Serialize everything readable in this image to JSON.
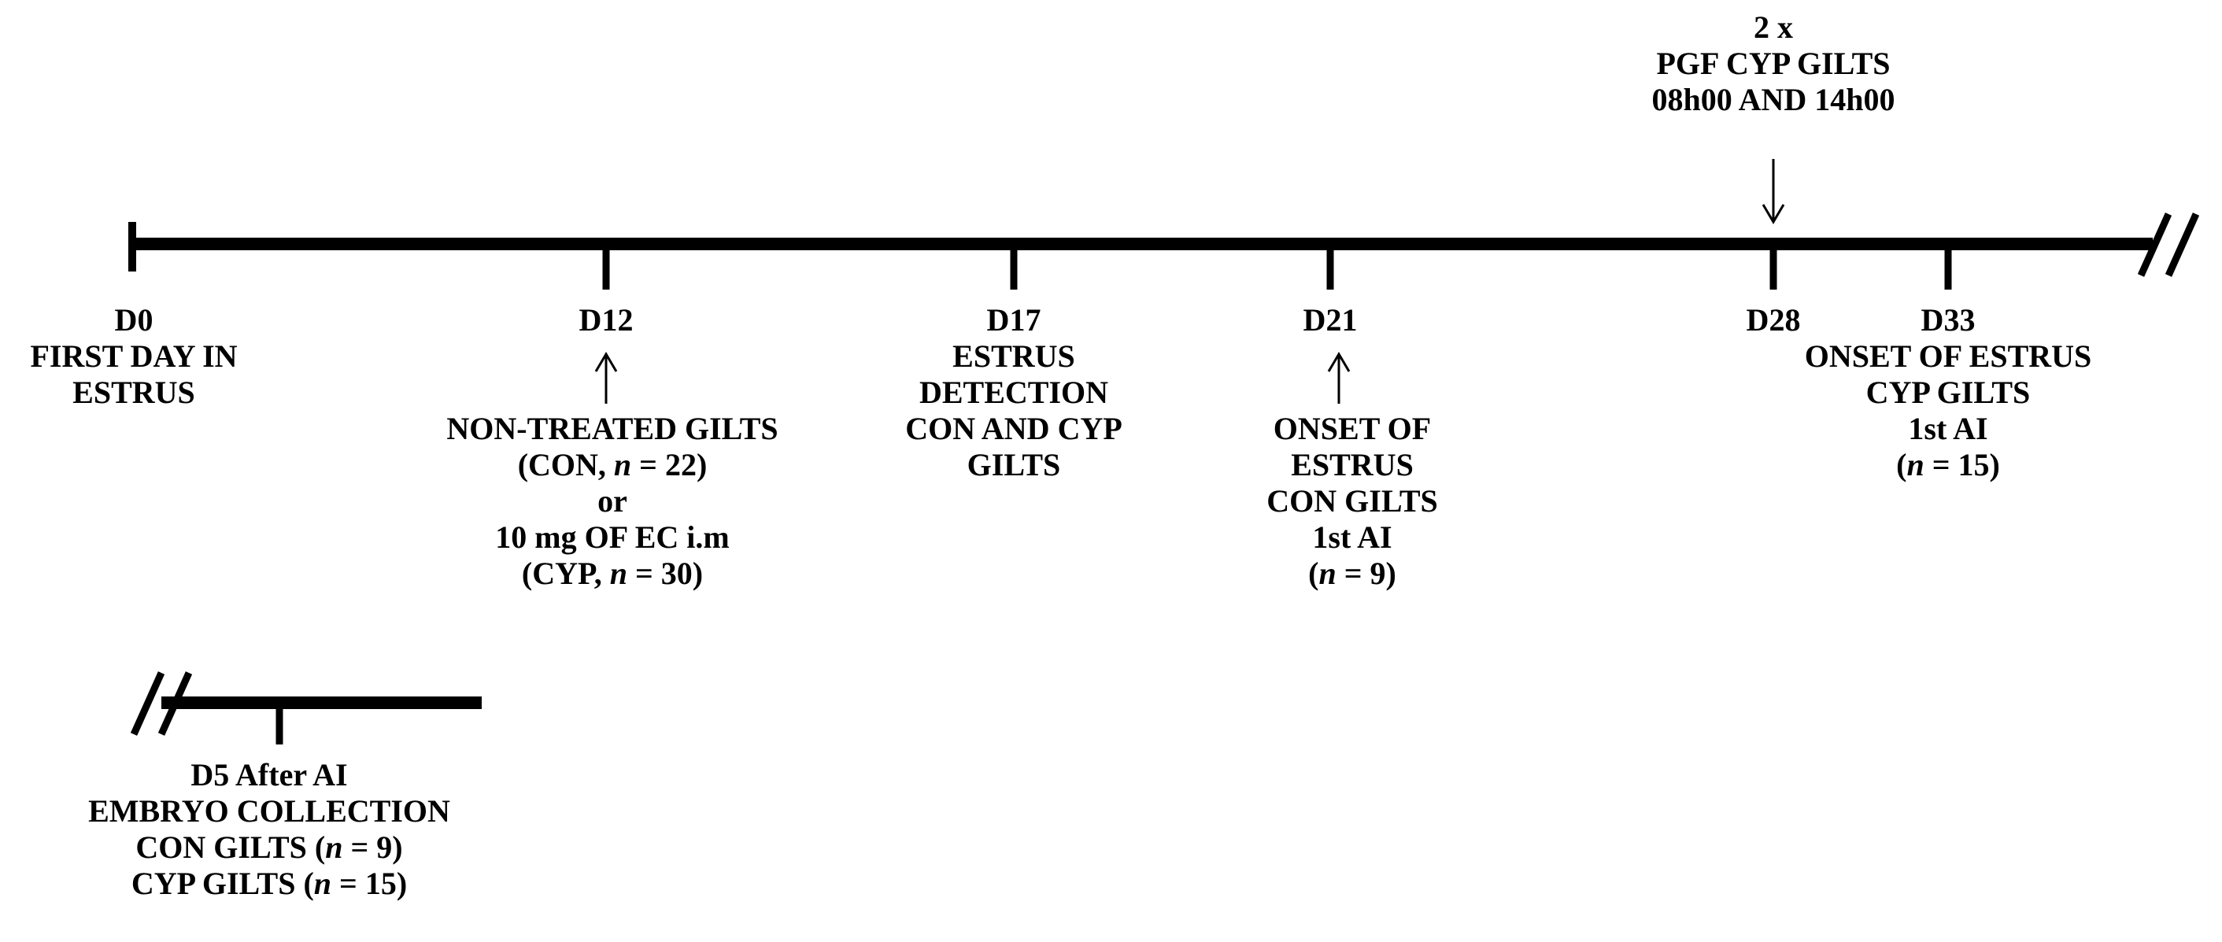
{
  "diagram": {
    "stroke_color": "#000000",
    "background": "#ffffff",
    "top_annotation": {
      "lines": [
        "2 x",
        "PGF CYP GILTS",
        "08h00 AND 14h00"
      ]
    },
    "events": [
      {
        "day": "D0",
        "lines": [
          "FIRST DAY IN",
          "ESTRUS"
        ]
      },
      {
        "day": "D12",
        "lines": [],
        "arrow": "up-to-tick"
      },
      {
        "day": "D17",
        "lines": [
          "ESTRUS",
          "DETECTION",
          "CON AND CYP",
          "GILTS"
        ]
      },
      {
        "day": "D21",
        "lines": [],
        "arrow": "up-to-tick"
      },
      {
        "day": "D28",
        "lines": [],
        "arrow": "down-from-annotation"
      },
      {
        "day": "D33",
        "lines": [
          "ONSET OF ESTRUS",
          "CYP GILTS",
          "1st AI"
        ]
      }
    ],
    "d12_note": {
      "line1": "NON-TREATED GILTS",
      "line2_pre": "(CON, ",
      "line2_n": "n",
      "line2_post": " = 22)",
      "line3": "or",
      "line4": "10 mg OF EC i.m",
      "line5_pre": "(CYP,  ",
      "line5_n": "n",
      "line5_post": " = 30)"
    },
    "d21_note": {
      "line1": "ONSET OF",
      "line2": "ESTRUS",
      "line3": "CON GILTS",
      "line4": "1st AI",
      "line5_pre": "(",
      "line5_n": "n",
      "line5_post": " = 9)"
    },
    "d33_count": {
      "pre": "(",
      "n": "n",
      "post": " = 15)"
    },
    "embryo": {
      "day_label": "D5 After AI",
      "line1": "EMBRYO COLLECTION",
      "line2_pre": "CON GILTS (",
      "line2_n": "n",
      "line2_post": " = 9)",
      "line3_pre": "CYP GILTS (",
      "line3_n": "n",
      "line3_post": " = 15)"
    }
  }
}
